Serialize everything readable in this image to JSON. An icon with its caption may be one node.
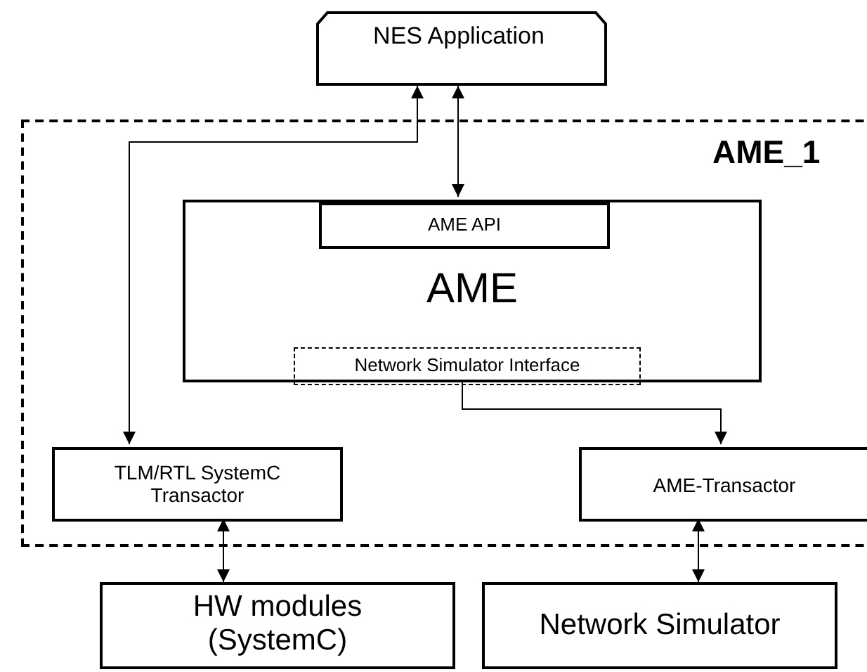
{
  "diagram": {
    "nodes": [
      {
        "text": [
          "NES Application"
        ]
      },
      {
        "text": [
          "AME_1"
        ]
      },
      {
        "text": [
          "AME"
        ],
        "in": 1
      },
      {
        "text": [
          "AME API"
        ],
        "in": 2
      },
      {
        "text": [
          "Network Simulator Interface"
        ],
        "in": 2
      },
      {
        "text": [
          "TLM/RTL SystemC Transactor"
        ],
        "in": 1
      },
      {
        "text": [
          "AME-Transactor"
        ],
        "in": 1
      },
      {
        "text": [
          "HW modules (SystemC)"
        ]
      },
      {
        "text": [
          "Network Simulator"
        ]
      }
    ],
    "edges": [
      {
        "from": 0,
        "to": 5,
        "arrow": "both"
      },
      {
        "from": 0,
        "to": 3,
        "arrow": "both"
      },
      {
        "from": 4,
        "to": 6,
        "arrow": "to"
      },
      {
        "from": 5,
        "to": 7,
        "arrow": "both"
      },
      {
        "from": 6,
        "to": 8,
        "arrow": "both"
      }
    ]
  }
}
